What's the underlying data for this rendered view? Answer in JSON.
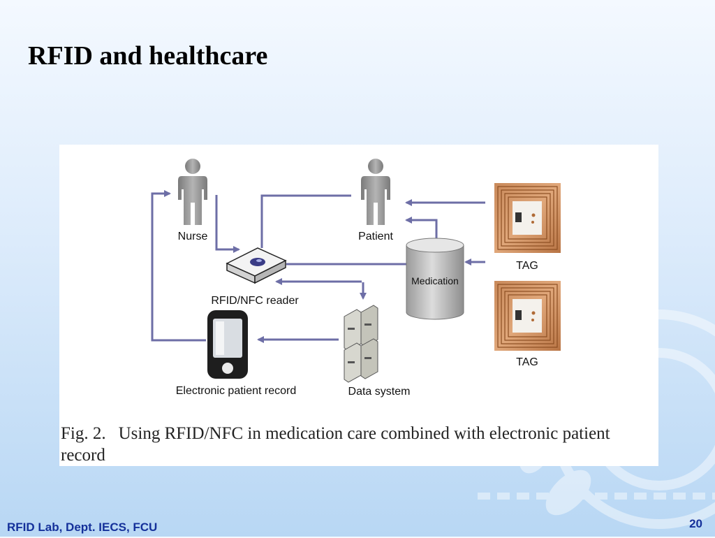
{
  "slide": {
    "title": "RFID and healthcare",
    "footer_left": "RFID Lab, Dept. IECS, FCU",
    "page_number": "20"
  },
  "figure": {
    "caption_number": "Fig. 2.",
    "caption_text": "Using RFID/NFC in medication care combined with electronic patient record",
    "nodes": {
      "nurse": "Nurse",
      "patient": "Patient",
      "reader": "RFID/NFC reader",
      "medication": "Medication",
      "tag_1": "TAG",
      "tag_2": "TAG",
      "record": "Electronic patient record",
      "data_system": "Data system"
    },
    "icons": [
      "person-icon",
      "rfid-reader-icon",
      "medication-cylinder-icon",
      "rfid-tag-icon",
      "mobile-device-icon",
      "server-icon"
    ],
    "colors": {
      "connector": "#6d6ea6",
      "footer_text": "#14309a"
    }
  }
}
